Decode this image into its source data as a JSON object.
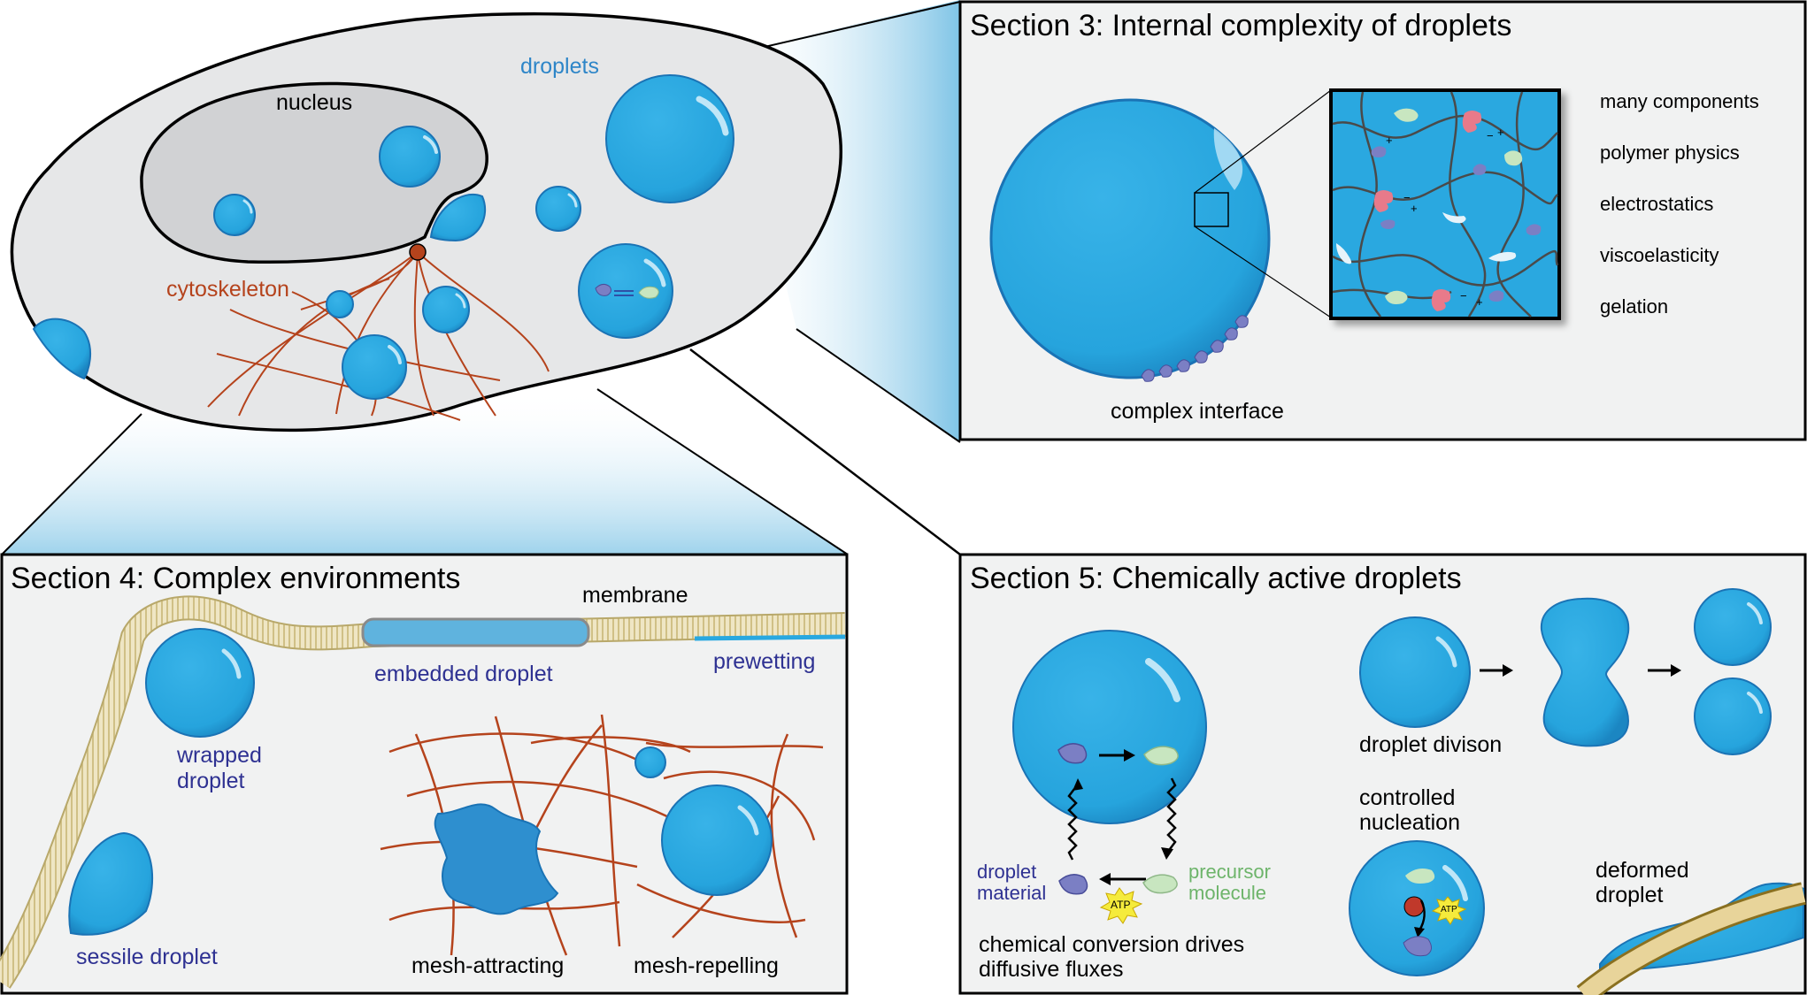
{
  "colors": {
    "droplet": "#29a8e0",
    "droplet_dark": "#1b86c2",
    "droplet_outline": "#1a73b5",
    "cell_fill": "#e6e7e8",
    "nucleus_fill": "#d1d2d4",
    "panel_fill": "#f1f2f2",
    "cytoskeleton": "#b5431c",
    "label_blue_droplets": "#2e86c8",
    "label_navy": "#2e3192",
    "label_green": "#6db46a",
    "membrane": "#d8c890",
    "protein_purple": "#7b7fc4",
    "protein_green": "#c8e6c0",
    "protein_pink": "#e87a8a",
    "atp_yellow": "#f5eb3c"
  },
  "cell": {
    "droplets_label": "droplets",
    "nucleus_label": "nucleus",
    "cytoskeleton_label": "cytoskeleton"
  },
  "section3": {
    "title": "Section 3: Internal complexity of droplets",
    "interface_label": "complex interface",
    "properties": [
      "many components",
      "polymer physics",
      "electrostatics",
      "viscoelasticity",
      "gelation"
    ]
  },
  "section4": {
    "title": "Section 4: Complex environments",
    "membrane_label": "membrane",
    "embedded_label": "embedded droplet",
    "prewetting_label": "prewetting",
    "wrapped_label_1": "wrapped",
    "wrapped_label_2": "droplet",
    "sessile_label": "sessile droplet",
    "mesh_attracting_label": "mesh-attracting",
    "mesh_repelling_label": "mesh-repelling"
  },
  "section5": {
    "title": "Section 5: Chemically active droplets",
    "droplet_material_1": "droplet",
    "droplet_material_2": "material",
    "precursor_1": "precursor",
    "precursor_2": "molecule",
    "conversion_1": "chemical conversion drives",
    "conversion_2": "diffusive fluxes",
    "division_label": "droplet divison",
    "nucleation_1": "controlled",
    "nucleation_2": "nucleation",
    "deformed_1": "deformed",
    "deformed_2": "droplet",
    "atp": "ATP"
  }
}
